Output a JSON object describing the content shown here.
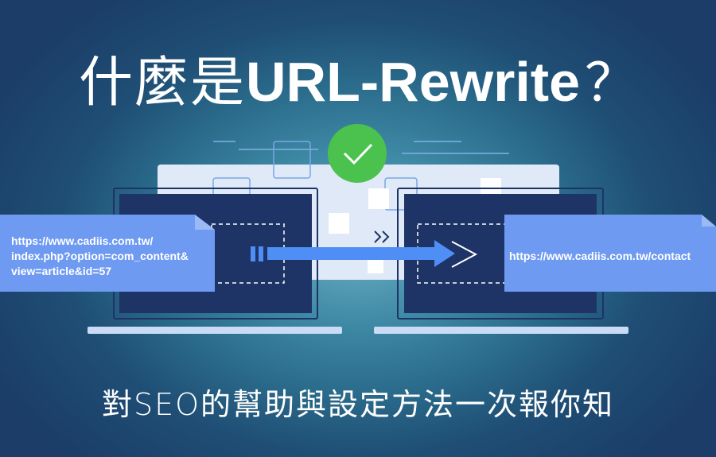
{
  "title": {
    "zh": "什麼是",
    "en": "URL-Rewrite",
    "mark": "？"
  },
  "subtitle": "對SEO的幫助與設定方法一次報你知",
  "left_url_lines": [
    "https://www.cadiis.com.tw/",
    "index.php?option=com_content&",
    "view=article&id=57"
  ],
  "right_url": "https://www.cadiis.com.tw/contact",
  "icons": [
    "check-circle-icon",
    "double-chevron-icon",
    "arrow-right-icon",
    "laptop-icon"
  ],
  "colors": {
    "background_center": "#6fb0c4",
    "background_edge": "#1b3d68",
    "laptop_screen": "#1e3466",
    "url_card": "#6e9af2",
    "check_green": "#4bc24e",
    "arrow_blue": "#4f8ef5"
  }
}
